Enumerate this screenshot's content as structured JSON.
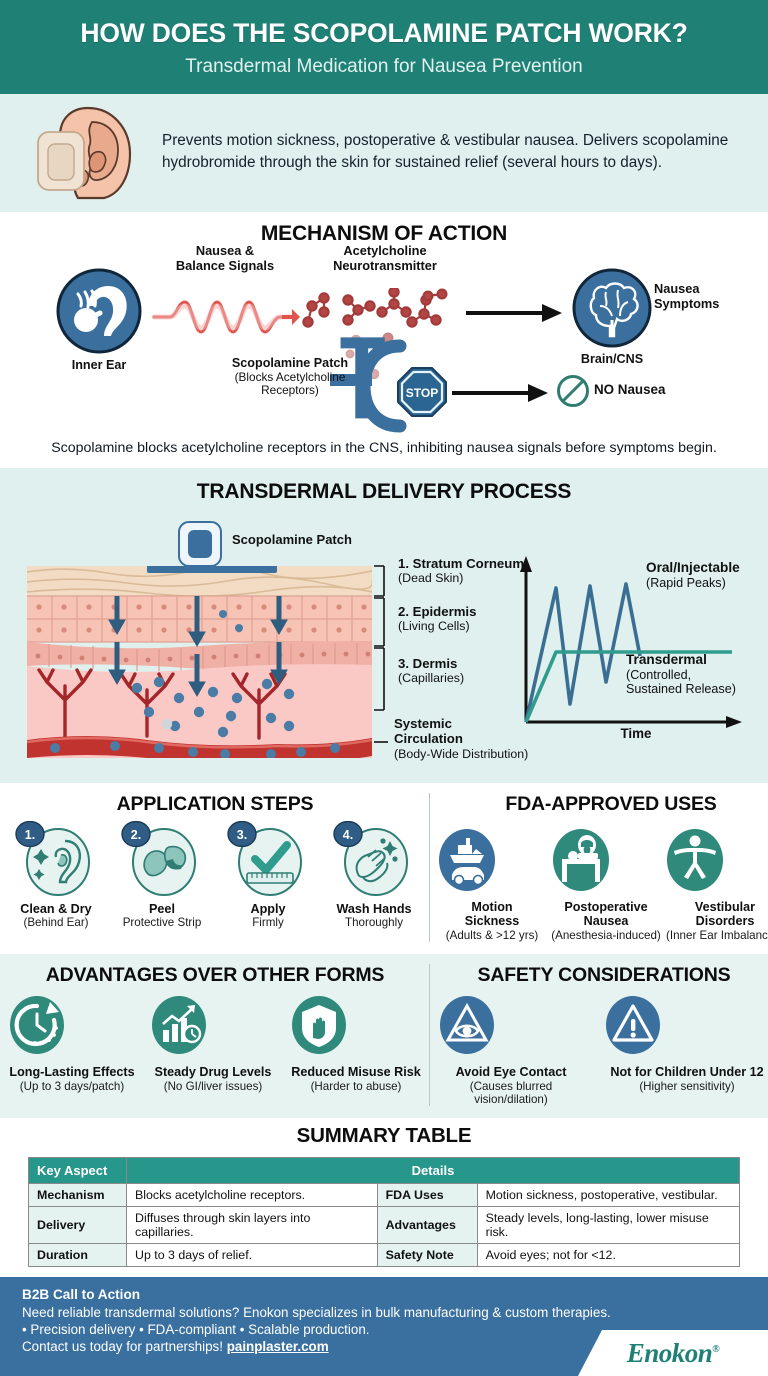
{
  "header": {
    "title": "HOW DOES THE SCOPOLAMINE PATCH WORK?",
    "subtitle": "Transdermal Medication for Nausea Prevention"
  },
  "intro": {
    "icon": "ear-with-patch",
    "text": "Prevents motion sickness, postoperative & vestibular nausea. Delivers scopolamine hydrobromide through the skin for sustained relief (several hours to days)."
  },
  "mechanism": {
    "title": "MECHANISM OF ACTION",
    "inner_ear_label": "Inner Ear",
    "signal_label": "Nausea &\nBalance Signals",
    "signal_line1": "Nausea &",
    "signal_line2": "Balance Signals",
    "ach_line1": "Acetylcholine",
    "ach_line2": "Neurotransmitter",
    "patch_line1": "Scopolamine Patch",
    "patch_line2": "(Blocks Acetylcholine",
    "patch_line3": "Receptors)",
    "stop_label": "STOP",
    "brain_label": "Brain/CNS",
    "nausea_line1": "Nausea",
    "nausea_line2": "Symptoms",
    "no_nausea_label": "NO Nausea",
    "caption": "Scopolamine blocks acetylcholine receptors in the CNS, inhibiting nausea signals before symptoms begin."
  },
  "transdermal": {
    "title": "TRANSDERMAL DELIVERY PROCESS",
    "patch_label": "Scopolamine Patch",
    "layers": [
      {
        "num": "1.",
        "name": "Stratum Corneum",
        "note": "(Dead Skin)"
      },
      {
        "num": "2.",
        "name": "Epidermis",
        "note": "(Living Cells)"
      },
      {
        "num": "3.",
        "name": "Dermis",
        "note": "(Capillaries)"
      }
    ],
    "systemic_line1": "Systemic",
    "systemic_line2": "Circulation",
    "systemic_note": "(Body-Wide Distribution)",
    "chart_data": {
      "type": "line",
      "title": "",
      "xlabel": "Time",
      "ylabel": "",
      "grid": false,
      "legend_position": "inline-annotations",
      "series": [
        {
          "name": "Oral/Injectable",
          "annotation_line1": "Oral/Injectable",
          "annotation_line2": "(Rapid Peaks)",
          "color": "#3a6f93",
          "x": [
            0,
            1.1,
            2.2,
            2.9,
            3.6,
            4.3,
            5.0
          ],
          "y": [
            0,
            9.3,
            1.6,
            9.5,
            3.3,
            9.6,
            5.6
          ]
        },
        {
          "name": "Transdermal",
          "annotation_line1": "Transdermal",
          "annotation_line2": "(Controlled,",
          "annotation_line3": "Sustained Release)",
          "color": "#2f9c8e",
          "x": [
            0,
            1.3,
            10
          ],
          "y": [
            0,
            5.5,
            5.5
          ]
        }
      ],
      "xlim": [
        0,
        10
      ],
      "ylim": [
        0,
        10
      ]
    }
  },
  "application": {
    "title": "APPLICATION STEPS",
    "steps": [
      {
        "num": "1.",
        "icon": "ear-clean-icon",
        "cap": "Clean & Dry",
        "sub": "(Behind Ear)"
      },
      {
        "num": "2.",
        "icon": "peel-strip-icon",
        "cap": "Peel",
        "sub": "Protective Strip"
      },
      {
        "num": "3.",
        "icon": "check-apply-icon",
        "cap": "Apply",
        "sub": "Firmly"
      },
      {
        "num": "4.",
        "icon": "wash-hands-icon",
        "cap": "Wash Hands",
        "sub": "Thoroughly"
      }
    ]
  },
  "fda_uses": {
    "title": "FDA-APPROVED USES",
    "items": [
      {
        "icon": "boat-car-icon",
        "cap1": "Motion",
        "cap2": "Sickness",
        "sub": "(Adults & >12 yrs)",
        "color": "#3a6f9e"
      },
      {
        "icon": "hospital-bed-icon",
        "cap1": "Postoperative",
        "cap2": "Nausea",
        "sub": "(Anesthesia-induced)",
        "color": "#2f8a7c"
      },
      {
        "icon": "balance-person-icon",
        "cap1": "Vestibular",
        "cap2": "Disorders",
        "sub": "(Inner Ear Imbalances)",
        "color": "#2f8a7c"
      }
    ]
  },
  "advantages": {
    "title": "ADVANTAGES OVER OTHER FORMS",
    "items": [
      {
        "icon": "clock-arrow-icon",
        "cap": "Long-Lasting Effects",
        "sub": "(Up to 3 days/patch)"
      },
      {
        "icon": "chart-clock-icon",
        "cap": "Steady Drug Levels",
        "sub": "(No GI/liver issues)"
      },
      {
        "icon": "shield-hand-icon",
        "cap": "Reduced Misuse Risk",
        "sub": "(Harder to abuse)"
      }
    ]
  },
  "safety": {
    "title": "SAFETY CONSIDERATIONS",
    "items": [
      {
        "icon": "eye-warning-icon",
        "cap": "Avoid Eye Contact",
        "sub": "(Causes blurred vision/dilation)"
      },
      {
        "icon": "exclamation-warning-icon",
        "cap": "Not for Children Under 12",
        "sub": "(Higher sensitivity)"
      }
    ]
  },
  "summary": {
    "title": "SUMMARY TABLE",
    "headers": {
      "key": "Key Aspect",
      "details": "Details"
    },
    "rows": [
      {
        "k1": "Mechanism",
        "v1": "Blocks acetylcholine receptors.",
        "k2": "FDA Uses",
        "v2": "Motion sickness, postoperative, vestibular."
      },
      {
        "k1": "Delivery",
        "v1": "Diffuses through skin layers into capillaries.",
        "k2": "Advantages",
        "v2": "Steady levels, long-lasting, lower misuse risk."
      },
      {
        "k1": "Duration",
        "v1": "Up to 3 days of relief.",
        "k2": "Safety Note",
        "v2": "Avoid eyes; not for <12."
      }
    ]
  },
  "footer": {
    "heading": "B2B Call to Action",
    "line1": "Need reliable transdermal solutions? Enokon specializes in bulk manufacturing & custom therapies.",
    "line2": "• Precision delivery   • FDA-compliant   • Scalable production.",
    "line3_prefix": "Contact us today for partnerships! ",
    "link": "painplaster.com",
    "logo": "Enokon",
    "logo_mark": "®"
  },
  "colors": {
    "teal_header": "#1f8175",
    "tint": "#dff0ee",
    "blue": "#3a6f9e",
    "green": "#2f8a7c",
    "footer_blue": "#39709f"
  }
}
